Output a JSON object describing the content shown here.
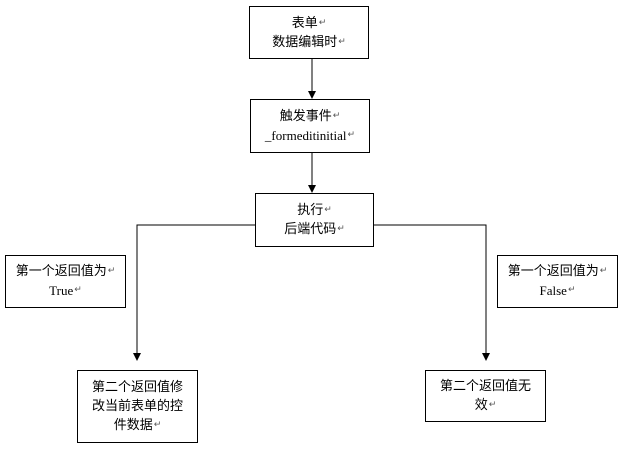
{
  "return_mark": "↵",
  "nodes": {
    "form_edit": {
      "line1": "表单",
      "line2": "数据编辑时"
    },
    "trigger_event": {
      "line1": "触发事件",
      "line2": "_formeditinitial"
    },
    "execute_code": {
      "line1": "执行",
      "line2": "后端代码"
    },
    "first_return_true": {
      "line1": "第一个返回值为",
      "line2": "True"
    },
    "first_return_false": {
      "line1": "第一个返回值为",
      "line2": "False"
    },
    "second_return_modify": {
      "line1": "第二个返回值修",
      "line2": "改当前表单的控",
      "line3": "件数据"
    },
    "second_return_invalid": {
      "line1": "第二个返回值无",
      "line2": "效"
    }
  },
  "colors": {
    "line": "#000000",
    "border": "#000000",
    "mark": "#555555"
  }
}
